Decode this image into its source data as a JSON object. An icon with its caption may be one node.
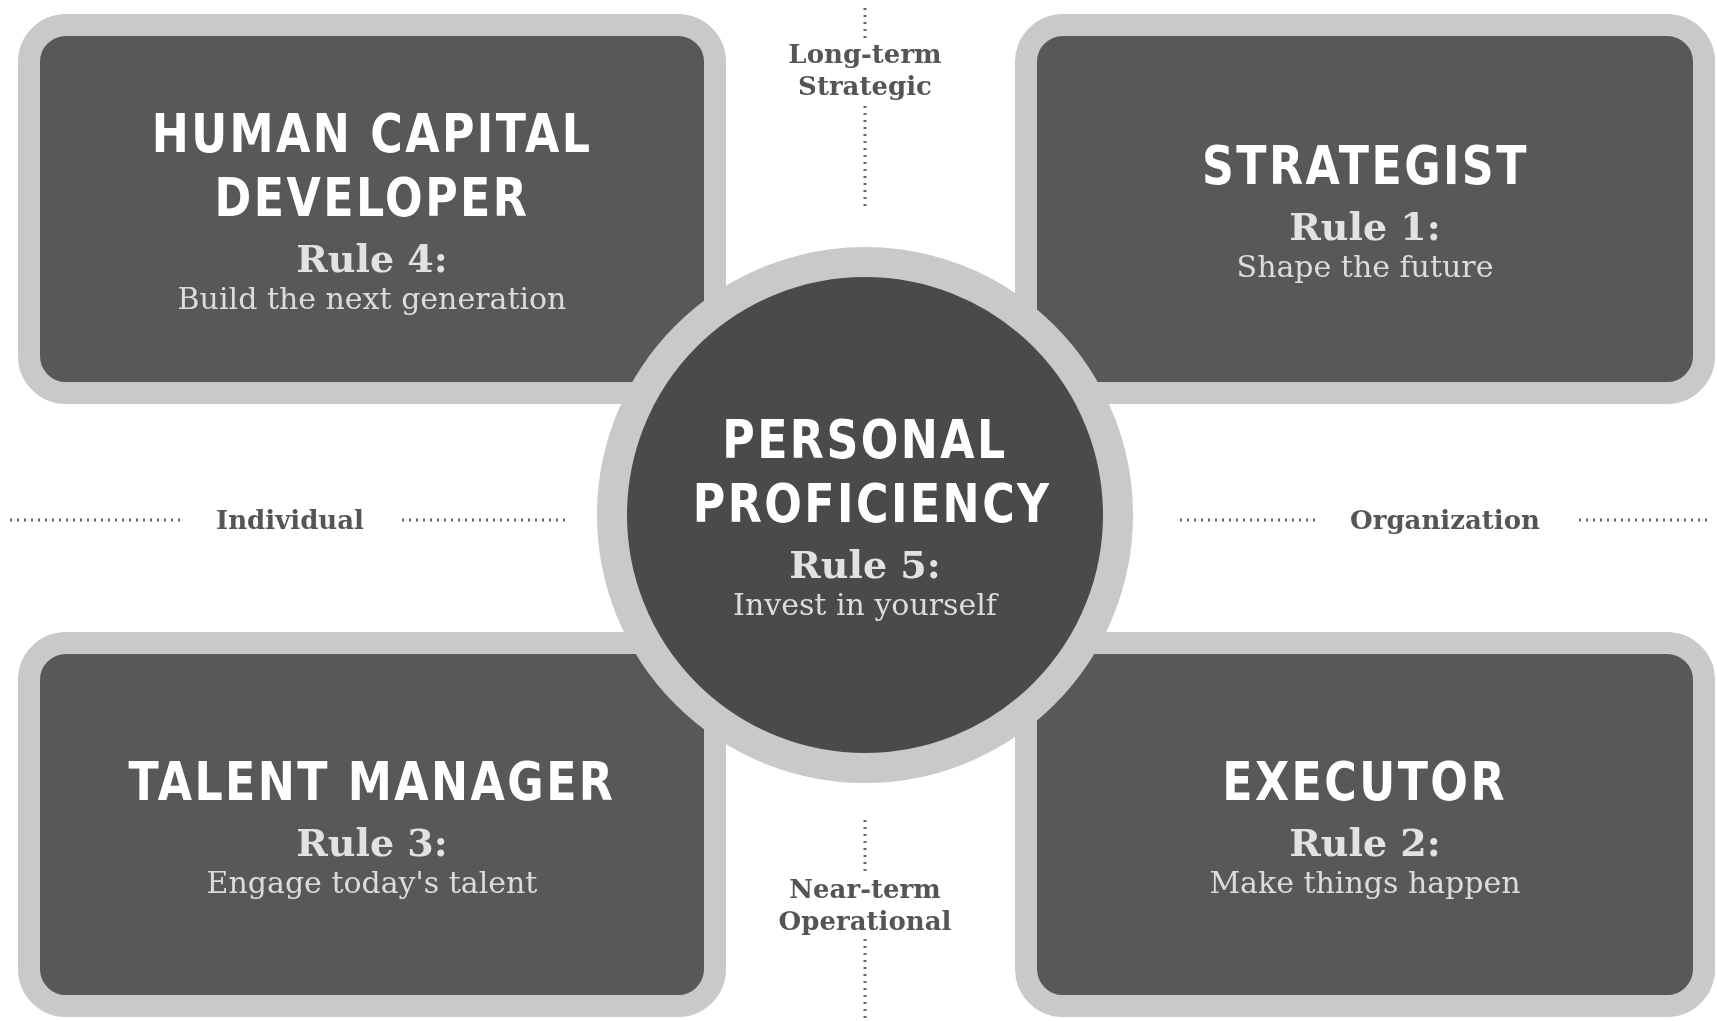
{
  "diagram": {
    "nodes": [
      {
        "text": [
          "HUMAN CAPITAL DEVELOPER",
          "Rule 4:",
          "Build the next generation"
        ]
      },
      {
        "text": [
          "STRATEGIST",
          "Rule 1:",
          "Shape the future"
        ]
      },
      {
        "text": [
          "PERSONAL PROFICIENCY",
          "Rule 5:",
          "Invest in yourself"
        ]
      },
      {
        "text": [
          "TALENT MANAGER",
          "Rule 3:",
          "Engage today's talent"
        ]
      },
      {
        "text": [
          "EXECUTOR",
          "Rule 2:",
          "Make things happen"
        ]
      }
    ],
    "labels": [
      "Long-term Strategic",
      "Individual",
      "Organization",
      "Near-term Operational"
    ]
  }
}
